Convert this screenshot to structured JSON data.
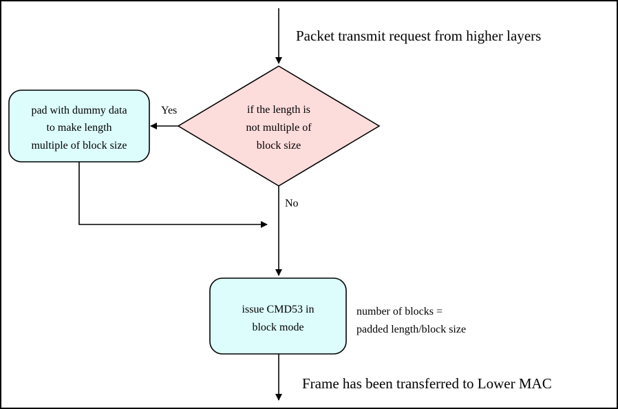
{
  "annotations": {
    "top": "Packet transmit request from higher layers",
    "bottom": "Frame has been transferred to Lower MAC",
    "blocks_note": [
      "number of blocks =",
      "padded length/block size"
    ]
  },
  "decision": {
    "lines": [
      "if the length is",
      "not multiple of",
      "block size"
    ],
    "yes_label": "Yes",
    "no_label": "No"
  },
  "pad_box": {
    "lines": [
      "pad with dummy data",
      "to make length",
      "multiple of block size"
    ]
  },
  "issue_box": {
    "lines": [
      "issue CMD53 in",
      "block mode"
    ]
  },
  "colors": {
    "decision_fill": "#fddcdc",
    "box_fill": "#ddfdfd",
    "line": "#000000"
  }
}
